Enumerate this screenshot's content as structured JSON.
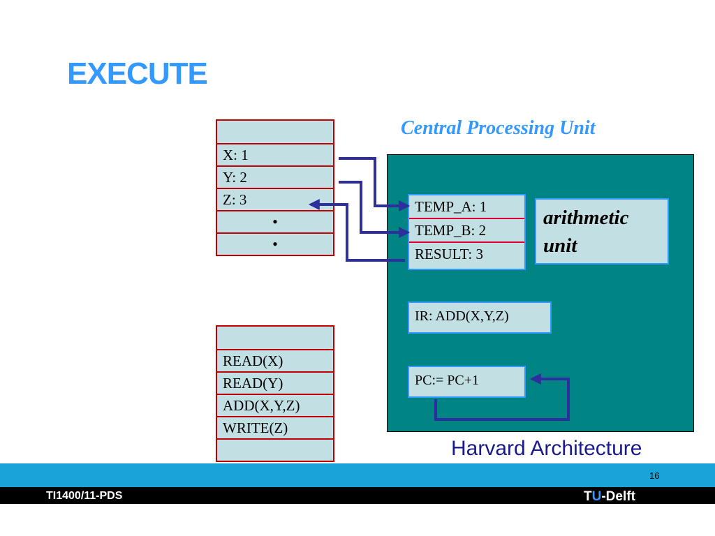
{
  "title": "EXECUTE",
  "cpu_label": "Central Processing Unit",
  "data_memory": [
    "",
    "X:  1",
    "Y:  2",
    "Z:  3",
    "•",
    "•"
  ],
  "program_memory": [
    "",
    "READ(X)",
    "READ(Y)",
    "ADD(X,Y,Z)",
    "WRITE(Z)",
    ""
  ],
  "registers": [
    "TEMP_A: 1",
    "TEMP_B: 2",
    "RESULT: 3"
  ],
  "alu": {
    "line1": "arithmetic",
    "line2": "unit"
  },
  "ir": "IR: ADD(X,Y,Z)",
  "pc": "PC:= PC+1",
  "caption": "Harvard Architecture",
  "footer": {
    "page_number": "16",
    "course": "TI1400/11-PDS",
    "brand_t": "T",
    "brand_u": "U",
    "brand_rest": "-Delft"
  },
  "colors": {
    "title": "#3399ff",
    "cpu_fill": "#008484",
    "memory_border": "#c00000",
    "box_fill": "#c2dfe3",
    "arrow": "#2e2e9e",
    "footer_band": "#1aa3d6"
  }
}
